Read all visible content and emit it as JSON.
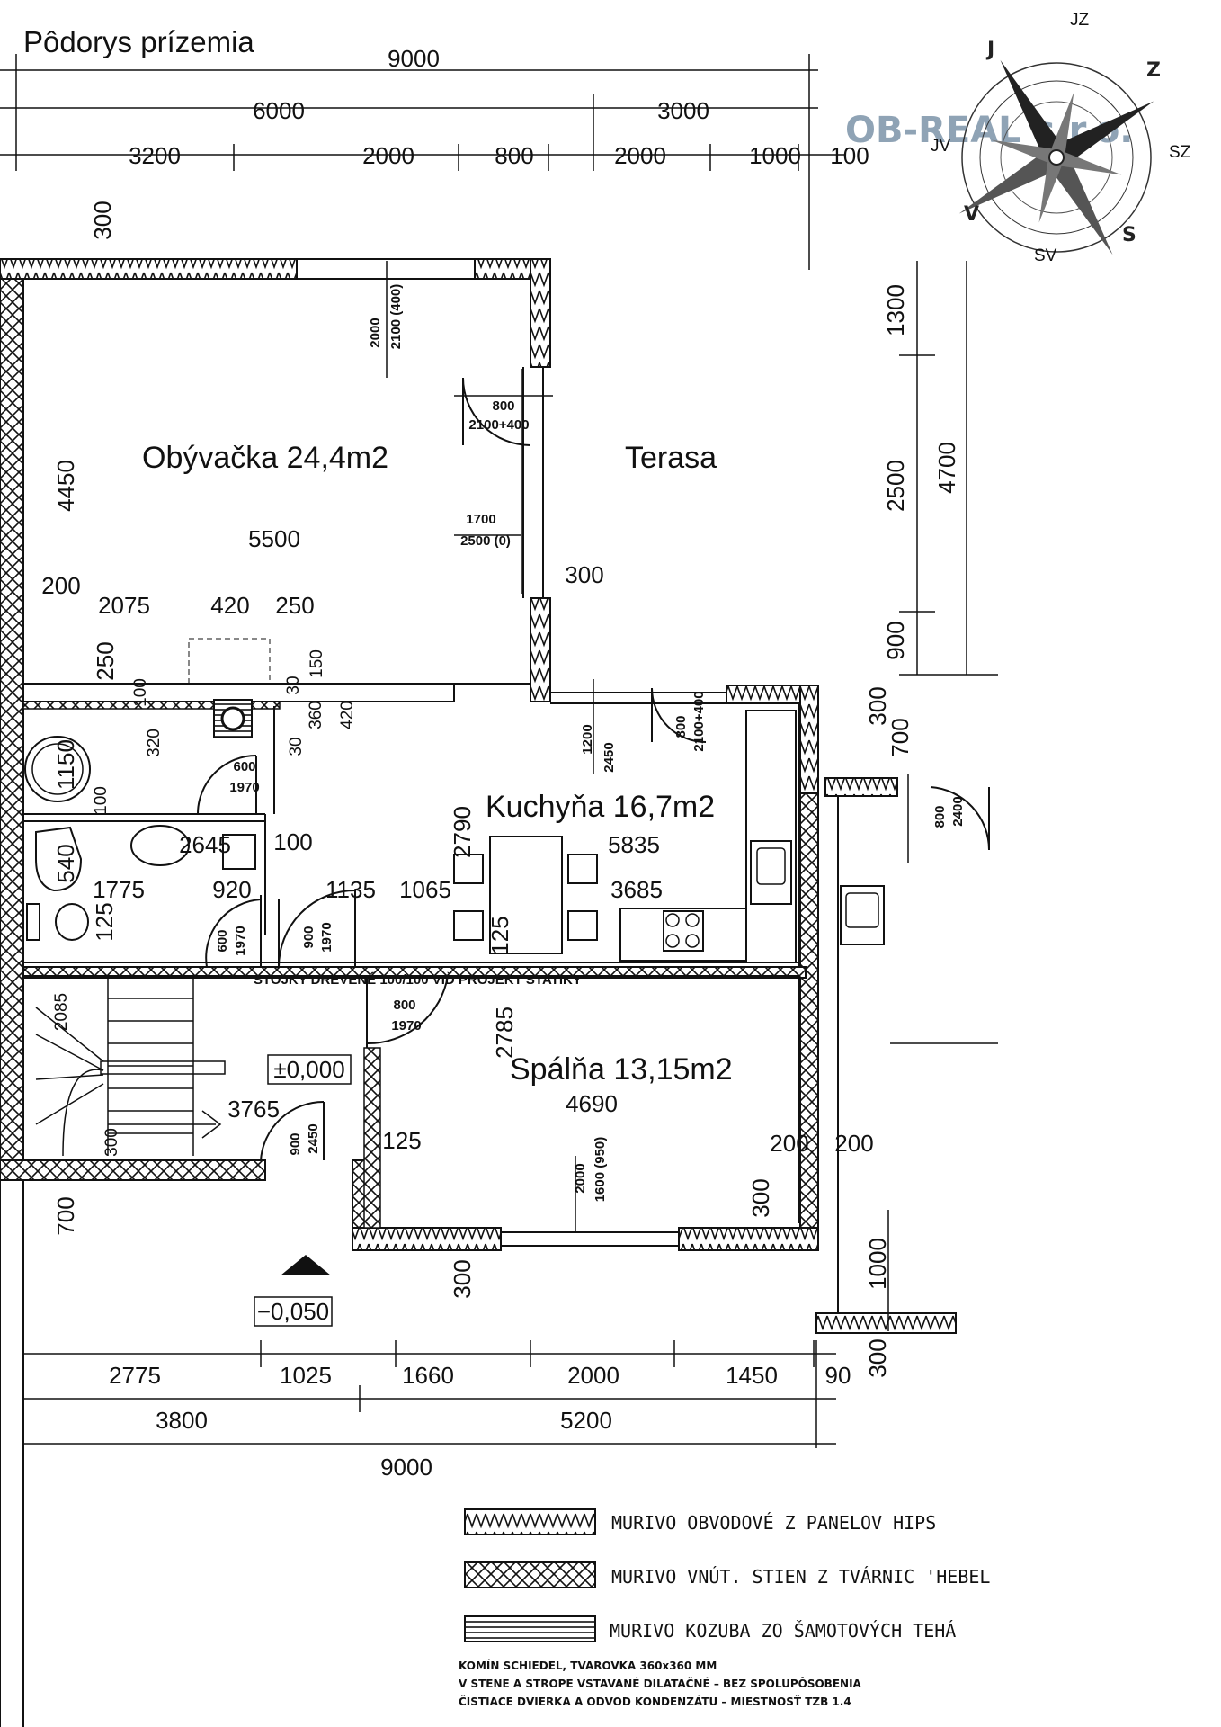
{
  "title": "Pôdorys prízemia",
  "logo": {
    "text": "OB-REAL s.r.o."
  },
  "compass": {
    "labels": [
      "J",
      "Z",
      "S",
      "V"
    ],
    "small_labels": [
      "JZ",
      "SZ",
      "SV",
      "JV"
    ]
  },
  "rooms": {
    "living": "Obývačka 24,4m2",
    "terrace": "Terasa",
    "kitchen": "Kuchyňa 16,7m2",
    "bedroom": "Spálňa 13,15m2"
  },
  "dims_top": {
    "total": "9000",
    "row2": [
      "6000",
      "3000"
    ],
    "row3": [
      "3200",
      "2000",
      "800",
      "2000",
      "1000",
      "100"
    ]
  },
  "dims_bottom": {
    "row1": [
      "2775",
      "1025",
      "1660",
      "2000",
      "1450",
      "90"
    ],
    "row2": [
      "3800",
      "5200"
    ],
    "total": "9000"
  },
  "dims_right": [
    "1300",
    "2500",
    "900",
    "4700",
    "300",
    "700",
    "1000",
    "300"
  ],
  "dims_left": [
    "300",
    "4450",
    "250",
    "1150",
    "540",
    "700"
  ],
  "dims_inner": {
    "living_width": "5500",
    "terrace_wall": "300",
    "d200": "200",
    "d2075": "2075",
    "d420": "420",
    "d250": "250",
    "d100a": "100",
    "d320": "320",
    "d30a": "30",
    "d360": "360",
    "d420b": "420",
    "d150": "150",
    "d30b": "30",
    "d100b": "100",
    "d2645": "2645",
    "d100c": "100",
    "d1775": "1775",
    "d920": "920",
    "d1135": "1135",
    "d1065": "1065",
    "d2790": "2790",
    "d5835": "5835",
    "d3685": "3685",
    "d125a": "125",
    "d125b": "125",
    "d2785": "2785",
    "d4690": "4690",
    "d3765": "3765",
    "d125c": "125",
    "d2085": "2085",
    "d300stair": "300",
    "d200b": "200",
    "d200c": "200",
    "d300bed": "300",
    "d300bot": "300"
  },
  "openings": {
    "win_living_top": [
      "2000",
      "2100 (400)"
    ],
    "door_terrace": [
      "800",
      "2100+400"
    ],
    "win_terrace": [
      "1700",
      "2500 (0)"
    ],
    "door_wc": [
      "600",
      "1970"
    ],
    "win_kitchen": [
      "1200",
      "2450"
    ],
    "door_kitchen": [
      "800",
      "2100+400"
    ],
    "door_ext": [
      "800",
      "2400"
    ],
    "door_bath": [
      "600",
      "1970"
    ],
    "door_hall": [
      "900",
      "1970"
    ],
    "door_bedroom": [
      "800",
      "1970"
    ],
    "door_entry": [
      "900",
      "2450"
    ],
    "win_bedroom": [
      "2000",
      "1600 (950)"
    ]
  },
  "levels": {
    "main": "±0,000",
    "outside": "−0,050"
  },
  "stojky_note": "STOJKY DREVENÉ 100/100 VIĎ PROJEKT STATIKY",
  "legend": [
    "MURIVO OBVODOVÉ Z PANELOV HIPS",
    "MURIVO VNÚT. STIEN Z TVÁRNIC 'HEBEL",
    "MURIVO KOZUBA ZO ŠAMOTOVÝCH TEHÁ"
  ],
  "notes": [
    "KOMÍN SCHIEDEL, TVAROVKA 360x360 MM",
    "V STENE A STROPE VSTAVANÉ DILATAČNÉ – BEZ SPOLUPÔSOBENIA",
    "ČISTIACE DVIERKA A ODVOD KONDENZÁTU – MIESTNOSŤ TZB 1.4"
  ]
}
